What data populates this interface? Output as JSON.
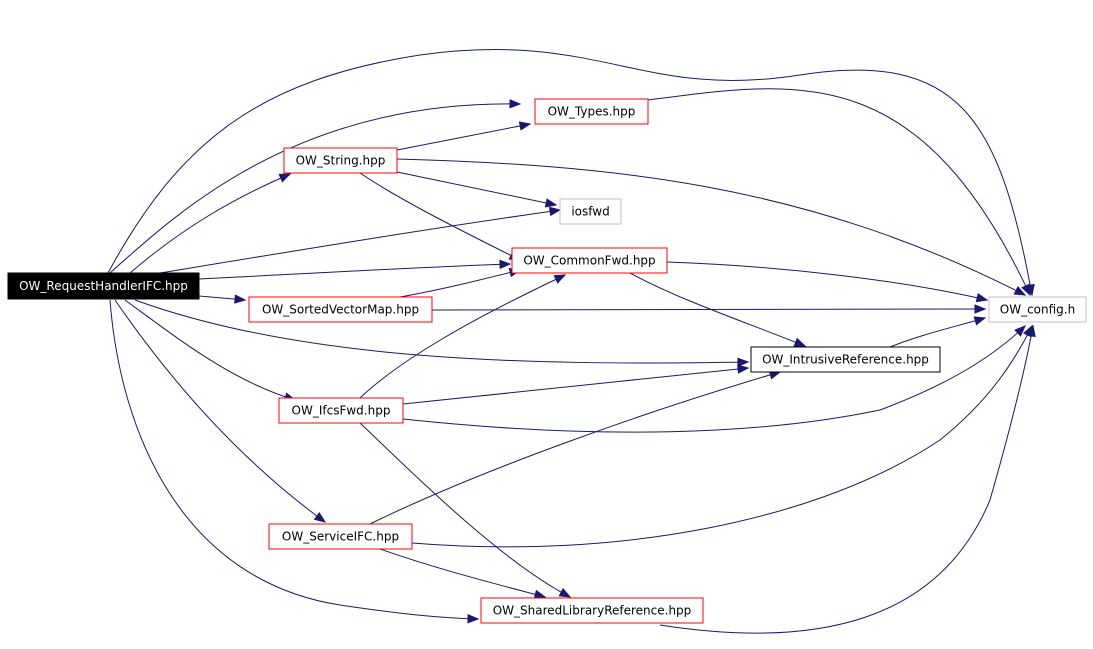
{
  "graph": {
    "colors": {
      "edge": "#191970",
      "node_border_default": "#ff0000",
      "node_border_external": "#c0c0c0",
      "node_border_plain": "#000000",
      "root_fill": "#000000",
      "root_text": "#ffffff",
      "node_fill": "#ffffff",
      "node_text": "#000000"
    },
    "nodes": [
      {
        "id": "root",
        "label": "OW_RequestHandlerIFC.hpp",
        "style": "root"
      },
      {
        "id": "types",
        "label": "OW_Types.hpp",
        "style": "red"
      },
      {
        "id": "string",
        "label": "OW_String.hpp",
        "style": "red"
      },
      {
        "id": "iosfwd",
        "label": "iosfwd",
        "style": "gray"
      },
      {
        "id": "commonfwd",
        "label": "OW_CommonFwd.hpp",
        "style": "red"
      },
      {
        "id": "sortedvm",
        "label": "OW_SortedVectorMap.hpp",
        "style": "red"
      },
      {
        "id": "config",
        "label": "OW_config.h",
        "style": "gray"
      },
      {
        "id": "intrusive",
        "label": "OW_IntrusiveReference.hpp",
        "style": "black"
      },
      {
        "id": "ifcsfwd",
        "label": "OW_IfcsFwd.hpp",
        "style": "red"
      },
      {
        "id": "serviceifc",
        "label": "OW_ServiceIFC.hpp",
        "style": "red"
      },
      {
        "id": "sharedlib",
        "label": "OW_SharedLibraryReference.hpp",
        "style": "red"
      }
    ],
    "edges": [
      {
        "from": "root",
        "to": "types"
      },
      {
        "from": "root",
        "to": "config"
      },
      {
        "from": "root",
        "to": "string"
      },
      {
        "from": "root",
        "to": "iosfwd"
      },
      {
        "from": "root",
        "to": "commonfwd"
      },
      {
        "from": "root",
        "to": "sortedvm"
      },
      {
        "from": "root",
        "to": "intrusive"
      },
      {
        "from": "root",
        "to": "ifcsfwd"
      },
      {
        "from": "root",
        "to": "serviceifc"
      },
      {
        "from": "root",
        "to": "sharedlib"
      },
      {
        "from": "string",
        "to": "types"
      },
      {
        "from": "string",
        "to": "config"
      },
      {
        "from": "string",
        "to": "iosfwd"
      },
      {
        "from": "string",
        "to": "commonfwd"
      },
      {
        "from": "types",
        "to": "config"
      },
      {
        "from": "commonfwd",
        "to": "config"
      },
      {
        "from": "commonfwd",
        "to": "intrusive"
      },
      {
        "from": "sortedvm",
        "to": "commonfwd"
      },
      {
        "from": "sortedvm",
        "to": "config"
      },
      {
        "from": "intrusive",
        "to": "config"
      },
      {
        "from": "ifcsfwd",
        "to": "commonfwd"
      },
      {
        "from": "ifcsfwd",
        "to": "intrusive"
      },
      {
        "from": "ifcsfwd",
        "to": "config"
      },
      {
        "from": "ifcsfwd",
        "to": "sharedlib"
      },
      {
        "from": "serviceifc",
        "to": "intrusive"
      },
      {
        "from": "serviceifc",
        "to": "config"
      },
      {
        "from": "serviceifc",
        "to": "sharedlib"
      },
      {
        "from": "sharedlib",
        "to": "config"
      }
    ]
  }
}
